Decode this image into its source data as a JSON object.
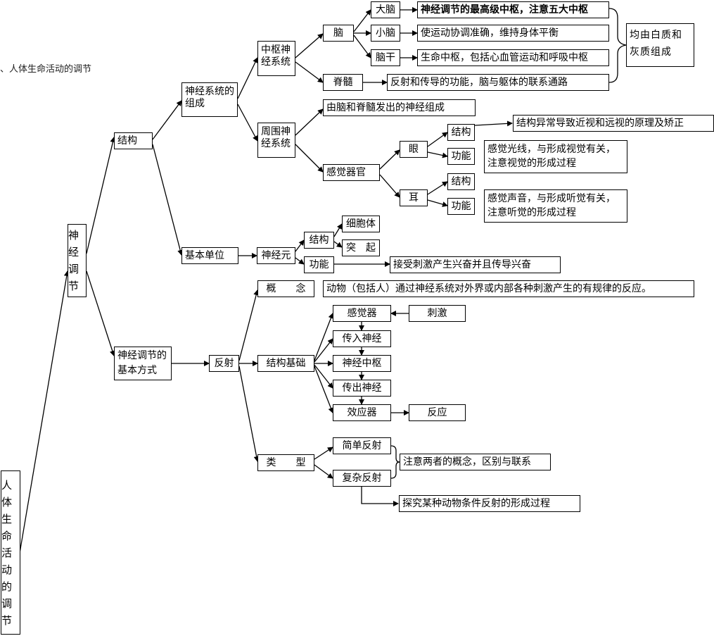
{
  "side_title": "、人体生命活动的调节",
  "root": "人体生命活动的调节",
  "main": "神经调节",
  "structure": "结构",
  "system": "神经系统的组成",
  "cns": "中枢神经系统",
  "brain": "脑",
  "cerebrum": "大脑",
  "cerebrum_note": "神经调节的最高级中枢，注意五大中枢",
  "cerebellum": "小脑",
  "cerebellum_note": "使运动协调准确，维持身体平衡",
  "brainstem": "脑干",
  "brainstem_note": "生命中枢，包括心血管运动和呼吸中枢",
  "spinal": "脊髓",
  "spinal_note": "反射和传导的功能，脑与躯体的联系通路",
  "matter_note": "均由白质和灰质组成",
  "pns": "周围神经系统",
  "pns_note": "由脑和脊髓发出的神经组成",
  "sense": "感觉器官",
  "eye": "眼",
  "eye_struct": "结构",
  "eye_struct_note": "结构异常导致近视和远视的原理及矫正",
  "eye_func": "功能",
  "eye_func_note": "感觉光线，与形成视觉有关，注意视觉的形成过程",
  "ear": "耳",
  "ear_struct": "结构",
  "ear_func": "功能",
  "ear_func_note": "感觉声音，与形成听觉有关，注意听觉的形成过程",
  "unit": "基本单位",
  "neuron": "神经元",
  "neuron_struct": "结构",
  "cell_body": "细胞体",
  "process": "突　起",
  "neuron_func": "功能",
  "neuron_func_note": "接受刺激产生兴奋并且传导兴奋",
  "mode": "神经调节的基本方式",
  "reflex": "反射",
  "concept": "概　　念",
  "concept_note": "动物（包括人）通过神经系统对外界或内部各种刺激产生的有规律的反应。",
  "basis": "结构基础",
  "receptor": "感觉器",
  "stimulus": "刺激",
  "afferent": "传入神经",
  "center": "神经中枢",
  "efferent": "传出神经",
  "effector": "效应器",
  "response": "反应",
  "type": "类　　型",
  "simple": "简单反射",
  "complex": "复杂反射",
  "type_note": "注意两者的概念，区别与联系",
  "explore_note": "探究某种动物条件反射的形成过程"
}
